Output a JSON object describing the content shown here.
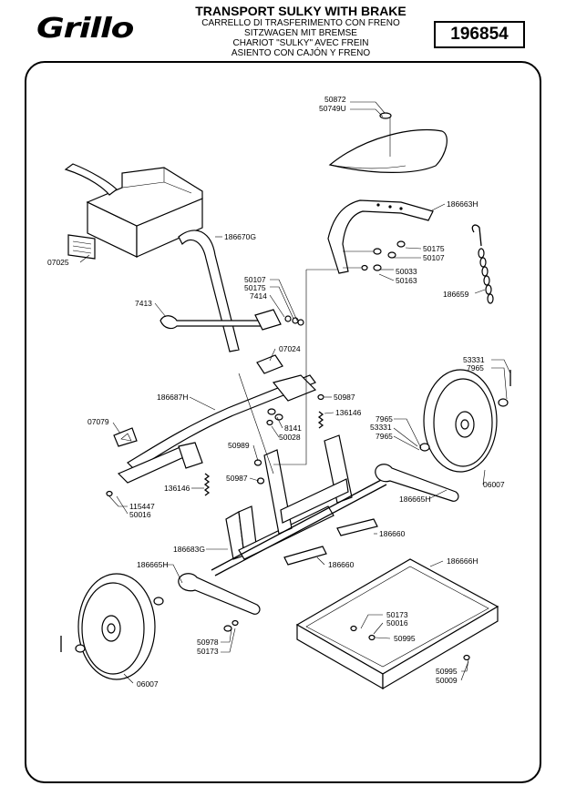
{
  "header": {
    "logo": "Grillo",
    "title": "TRANSPORT SULKY WITH BRAKE",
    "subtitles": [
      "CARRELLO DI TRASFERIMENTO CON FRENO",
      "SITZWAGEN MIT BREMSE",
      "CHARIOT \"SULKY\" AVEC FREIN",
      "ASIENTO CON CAJÓN Y FRENO"
    ],
    "code": "196854"
  },
  "labels": {
    "l50872": "50872",
    "l50749u": "50749U",
    "l186663h": "186663H",
    "l50175a": "50175",
    "l50107a": "50107",
    "l50033": "50033",
    "l50163": "50163",
    "l186670g": "186670G",
    "l07025": "07025",
    "l50107b": "50107",
    "l50175b": "50175",
    "l7414": "7414",
    "l7413": "7413",
    "l186659": "186659",
    "l07024": "07024",
    "l53331a": "53331",
    "l7965a": "7965",
    "l186687h": "186687H",
    "l50987a": "50987",
    "l136146a": "136146",
    "l07079": "07079",
    "l8141": "8141",
    "l50028": "50028",
    "l7965b": "7965",
    "l53331b": "53331",
    "l7965c": "7965",
    "l50989": "50989",
    "l50987b": "50987",
    "l136146b": "136146",
    "l115447": "115447",
    "l50016a": "50016",
    "l06007a": "06007",
    "l186665ha": "186665H",
    "l186660a": "186660",
    "l186683g": "186683G",
    "l186660b": "186660",
    "l186665hb": "186665H",
    "l186666h": "186666H",
    "l50173a": "50173",
    "l50016b": "50016",
    "l50995a": "50995",
    "l50978": "50978",
    "l50173b": "50173",
    "l50995b": "50995",
    "l50009": "50009",
    "l06007b": "06007"
  }
}
